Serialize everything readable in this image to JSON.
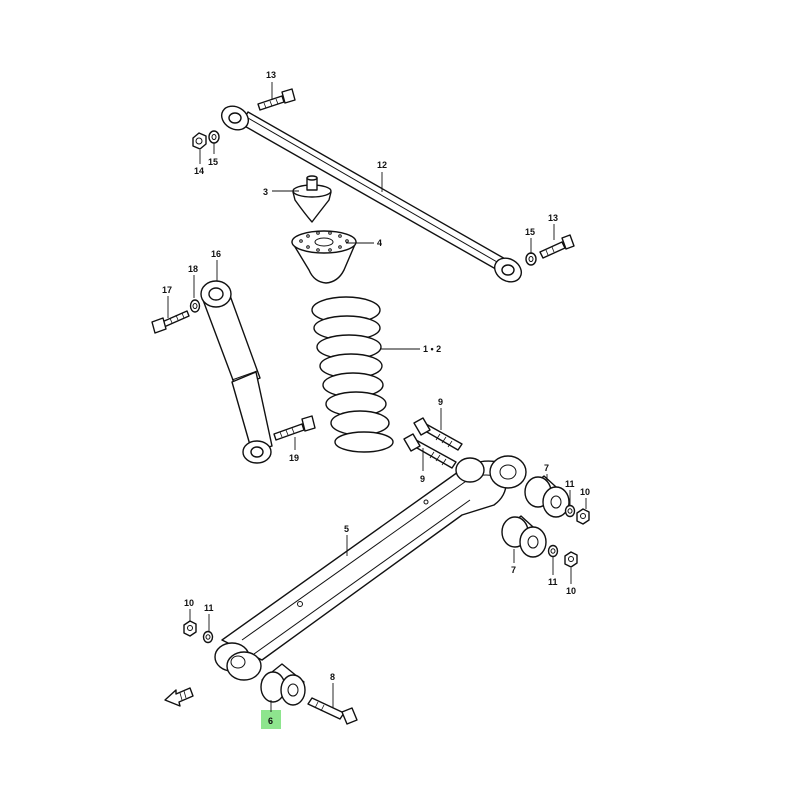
{
  "colors": {
    "line": "#111111",
    "background": "#ffffff",
    "highlight": "#8ee58e"
  },
  "icons": {
    "direction_arrow": "forward-arrow-icon"
  },
  "callouts": {
    "c1_2": "1 • 2",
    "c3": "3",
    "c4": "4",
    "c5": "5",
    "c6": "6",
    "c7_upper": "7",
    "c7_lower": "7",
    "c8": "8",
    "c9_upper": "9",
    "c9_lower": "9",
    "c10_right_upper": "10",
    "c10_right_lower": "10",
    "c10_left": "10",
    "c11_right_upper": "11",
    "c11_right_lower": "11",
    "c11_left": "11",
    "c12": "12",
    "c13_top": "13",
    "c13_right": "13",
    "c14": "14",
    "c15_left": "15",
    "c15_right": "15",
    "c16": "16",
    "c17": "17",
    "c18": "18",
    "c19": "19"
  }
}
